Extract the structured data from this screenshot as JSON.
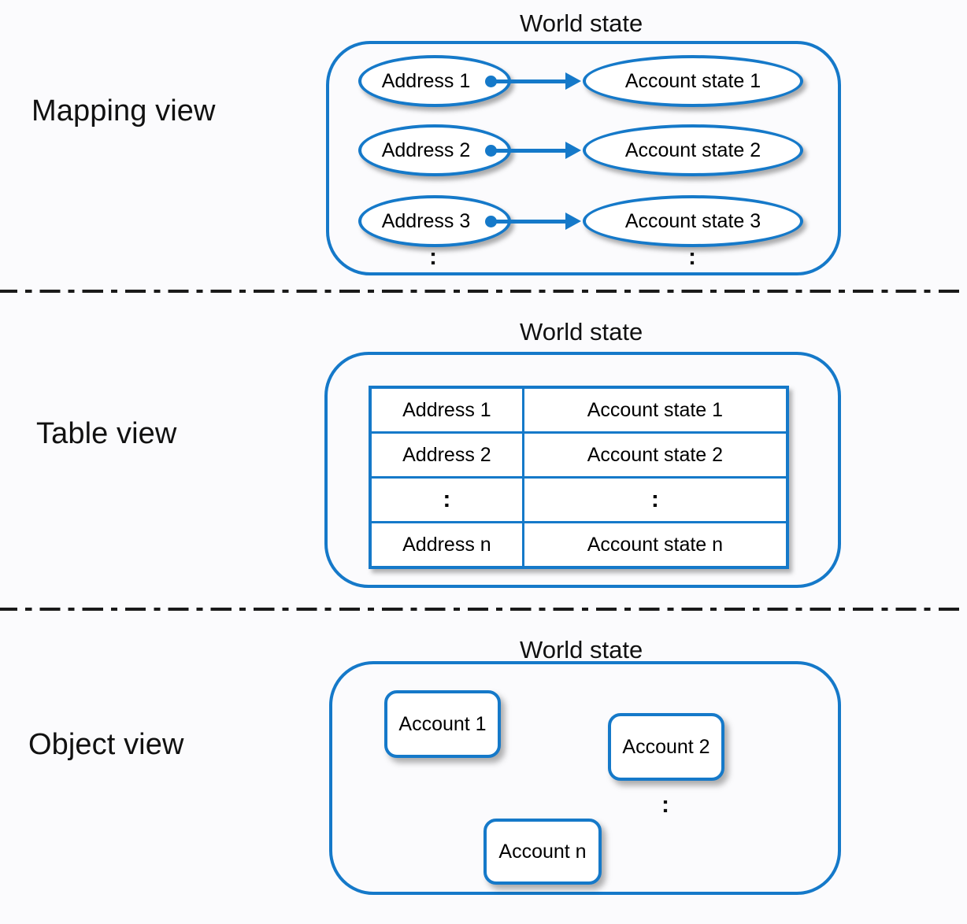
{
  "accent_color": "#1579C9",
  "background_color": "#fbfbfd",
  "text_color": "#111111",
  "sections": {
    "mapping": {
      "row_label": "Mapping view",
      "caption": "World state",
      "pairs": [
        {
          "address": "Address 1",
          "state": "Account state 1"
        },
        {
          "address": "Address 2",
          "state": "Account state 2"
        },
        {
          "address": "Address 3",
          "state": "Account state 3"
        }
      ],
      "continuation_left": ":",
      "continuation_right": ":"
    },
    "table": {
      "row_label": "Table view",
      "caption": "World state",
      "rows": [
        {
          "address": "Address 1",
          "state": "Account state 1"
        },
        {
          "address": "Address 2",
          "state": "Account state 2"
        },
        {
          "address": ":",
          "state": ":"
        },
        {
          "address": "Address n",
          "state": "Account state n"
        }
      ]
    },
    "object": {
      "row_label": "Object view",
      "caption": "World state",
      "accounts": [
        {
          "label": "Account 1"
        },
        {
          "label": "Account 2"
        },
        {
          "label": "Account n"
        }
      ],
      "continuation": ":"
    }
  }
}
